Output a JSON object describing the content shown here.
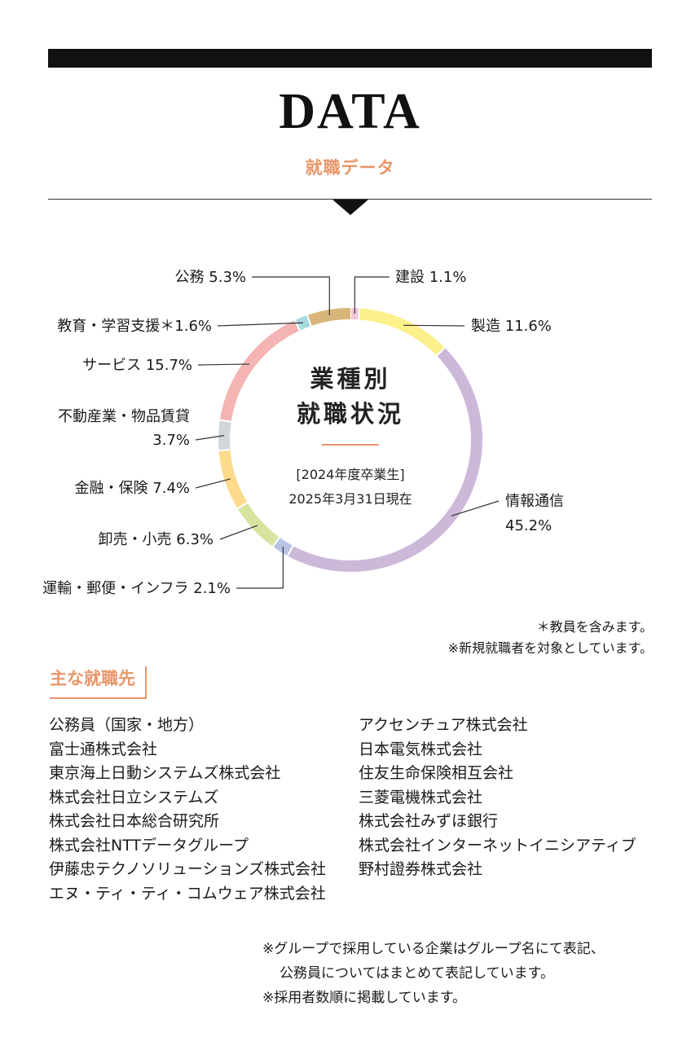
{
  "header": {
    "title": "DATA",
    "subtitle": "就職データ"
  },
  "chart_data": {
    "type": "pie",
    "style": "donut",
    "center_title_line1": "業種別",
    "center_title_line2": "就職状況",
    "center_sub_line1": "[2024年度卒業生]",
    "center_sub_line2": "2025年3月31日現在",
    "slices": [
      {
        "label": "建設",
        "value": 1.1,
        "color": "#f2c6dc",
        "text": "建設 1.1%"
      },
      {
        "label": "製造",
        "value": 11.6,
        "color": "#fbf08a",
        "text": "製造 11.6%"
      },
      {
        "label": "情報通信",
        "value": 45.2,
        "color": "#cdb8da",
        "text": "情報通信",
        "text2": "45.2%"
      },
      {
        "label": "運輸・郵便・インフラ",
        "value": 2.1,
        "color": "#b8c4e6",
        "text": "運輸・郵便・インフラ 2.1%"
      },
      {
        "label": "卸売・小売",
        "value": 6.3,
        "color": "#d6e4a0",
        "text": "卸売・小売 6.3%"
      },
      {
        "label": "金融・保険",
        "value": 7.4,
        "color": "#fdda8c",
        "text": "金融・保険 7.4%"
      },
      {
        "label": "不動産業・物品賃貸",
        "value": 3.7,
        "color": "#d3d6d9",
        "text": "不動産業・物品賃貸",
        "text2": "3.7%"
      },
      {
        "label": "サービス",
        "value": 15.7,
        "color": "#f4b4b4",
        "text": "サービス 15.7%"
      },
      {
        "label": "教育・学習支援",
        "value": 1.6,
        "color": "#a7d9e0",
        "text": "教育・学習支援＊1.6%"
      },
      {
        "label": "公務",
        "value": 5.3,
        "color": "#d8b679",
        "text": "公務 5.3%"
      }
    ],
    "accent_color": "#e8956a"
  },
  "notes": {
    "n1": "＊教員を含みます。",
    "n2": "※新規就職者を対象としています。"
  },
  "employers": {
    "heading": "主な就職先",
    "left": [
      "公務員（国家・地方）",
      "富士通株式会社",
      "東京海上日動システムズ株式会社",
      "株式会社日立システムズ",
      "株式会社日本総合研究所",
      "株式会社NTTデータグループ",
      "伊藤忠テクノソリューションズ株式会社",
      "エヌ・ティ・ティ・コムウェア株式会社"
    ],
    "right": [
      "アクセンチュア株式会社",
      "日本電気株式会社",
      "住友生命保険相互会社",
      "三菱電機株式会社",
      "株式会社みずほ銀行",
      "株式会社インターネットイニシアティブ",
      "野村證券株式会社"
    ]
  },
  "footer": {
    "line1": "※グループで採用している企業はグループ名にて表記、",
    "line2": "公務員についてはまとめて表記しています。",
    "line3": "※採用者数順に掲載しています。"
  }
}
